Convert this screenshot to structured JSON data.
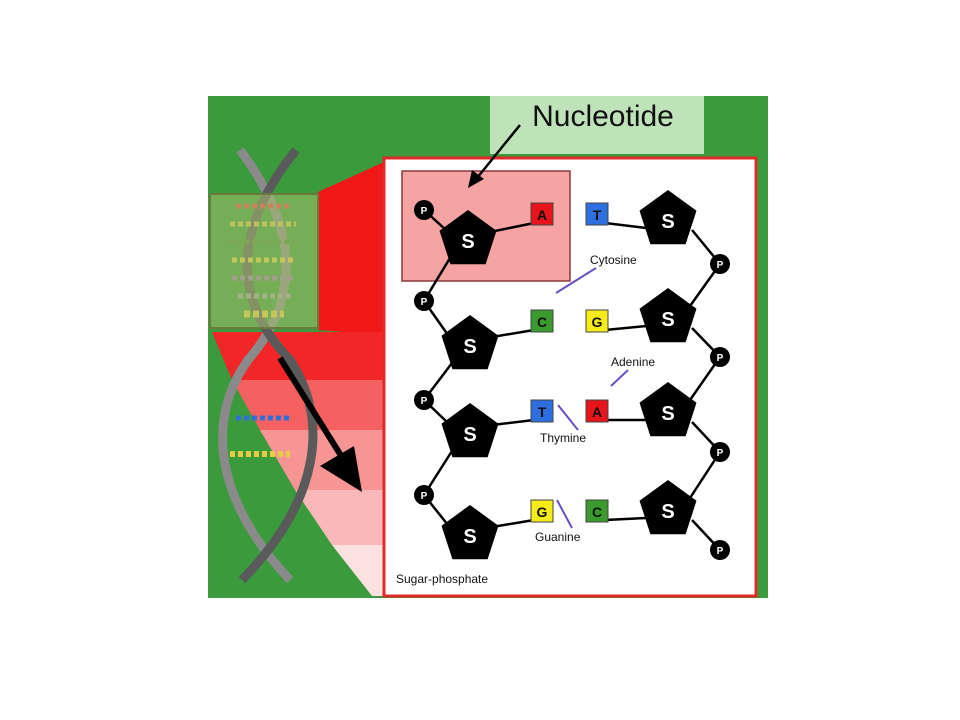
{
  "title": "Nucleotide",
  "labels": {
    "cytosine": "Cytosine",
    "adenine": "Adenine",
    "thymine": "Thymine",
    "guanine": "Guanine",
    "sugar_phosphate": "Sugar-phosphate",
    "sugar": "S",
    "phosphate": "P"
  },
  "bases": {
    "A": {
      "letter": "A",
      "color": "#e8141b"
    },
    "T": {
      "letter": "T",
      "color": "#2e6fe0"
    },
    "C": {
      "letter": "C",
      "color": "#3a9a2e"
    },
    "G": {
      "letter": "G",
      "color": "#f5ec1a"
    }
  },
  "pairs": [
    {
      "left": "A",
      "right": "T"
    },
    {
      "left": "C",
      "right": "G"
    },
    {
      "left": "T",
      "right": "A"
    },
    {
      "left": "G",
      "right": "C"
    }
  ],
  "colors": {
    "background_green": "#3a9a3c",
    "title_panel": "#bfe3b8",
    "frame_red": "#e02a2a",
    "highlight": "#f5a3a3",
    "sugar": "#000000",
    "connector_purple": "#6a4fc4"
  }
}
